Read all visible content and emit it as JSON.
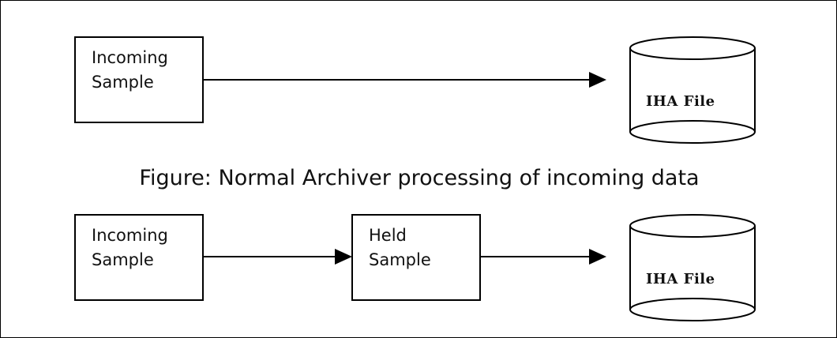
{
  "figure_top": {
    "source_box": {
      "line1": "Incoming",
      "line2": "Sample"
    },
    "destination": {
      "label": "IHA File"
    }
  },
  "caption": "Figure: Normal Archiver processing of incoming data",
  "figure_bottom": {
    "source_box": {
      "line1": "Incoming",
      "line2": "Sample"
    },
    "held_box": {
      "line1": "Held",
      "line2": "Sample"
    },
    "destination": {
      "label": "IHA File"
    }
  }
}
